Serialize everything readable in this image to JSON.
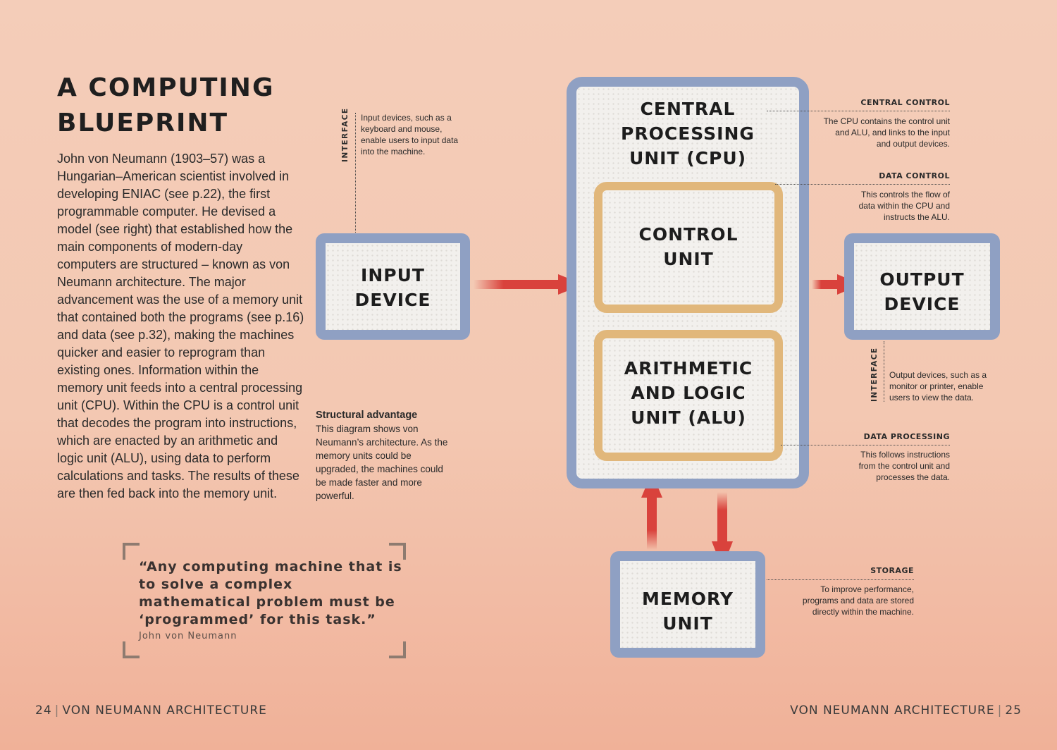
{
  "left_page": {
    "title_line1": "A COMPUTING",
    "title_line2": "BLUEPRINT",
    "body": "John von Neumann (1903–57) was a Hungarian–American scientist involved in developing ENIAC (see p.22), the first programmable computer. He devised a model (see right) that established how the main components of modern-day computers are structured – known as von Neumann architecture. The major advancement was the use of a memory unit that contained both the programs (see p.16) and data (see p.32), making the machines quicker and easier to reprogram than existing ones. Information within the memory unit feeds into a central processing unit (CPU). Within the CPU is a control unit that decodes the program into instructions, which are enacted by an arithmetic and logic unit (ALU), using data to perform calculations and tasks. The results of these are then fed back into the memory unit.",
    "side_note_head": "Structural advantage",
    "side_note_body": "This diagram shows von Neumann’s architecture. As the memory units could be upgraded, the machines could be made faster and more powerful.",
    "quote": "“Any computing machine that is to solve a complex mathematical problem must be ‘programmed’ for this task.”",
    "quote_author": "John von Neumann"
  },
  "footer": {
    "left_page_num": "24",
    "left_label": "VON NEUMANN ARCHITECTURE",
    "right_label": "VON NEUMANN ARCHITECTURE",
    "right_page_num": "25",
    "separator": "|"
  },
  "diagram": {
    "input_device": {
      "line1": "INPUT",
      "line2": "DEVICE"
    },
    "cpu": {
      "line1": "CENTRAL",
      "line2": "PROCESSING",
      "line3": "UNIT (CPU)"
    },
    "control_unit": {
      "line1": "CONTROL",
      "line2": "UNIT"
    },
    "alu": {
      "line1": "ARITHMETIC",
      "line2": "AND LOGIC",
      "line3": "UNIT (ALU)"
    },
    "output_device": {
      "line1": "OUTPUT",
      "line2": "DEVICE"
    },
    "memory_unit": {
      "line1": "MEMORY",
      "line2": "UNIT"
    },
    "annotations": {
      "input_interface": {
        "label": "INTERFACE",
        "text": "Input devices, such as a keyboard and mouse, enable users to input data into the machine."
      },
      "central_control": {
        "head": "CENTRAL CONTROL",
        "text": "The CPU contains the control unit and ALU, and links to the input and output devices."
      },
      "data_control": {
        "head": "DATA CONTROL",
        "text": "This controls the flow of data within the CPU and instructs the ALU."
      },
      "output_interface": {
        "label": "INTERFACE",
        "text": "Output devices, such as a monitor or printer, enable users to view the data."
      },
      "data_processing": {
        "head": "DATA PROCESSING",
        "text": "This follows instructions from the control unit and processes the data."
      },
      "storage": {
        "head": "STORAGE",
        "text": "To improve performance, programs and data are stored directly within the machine."
      }
    },
    "colors": {
      "box_border": "#8fa0c3",
      "inner_border": "#e1b77b",
      "arrow": "#d9423c",
      "background": "#f4cdb9"
    }
  }
}
